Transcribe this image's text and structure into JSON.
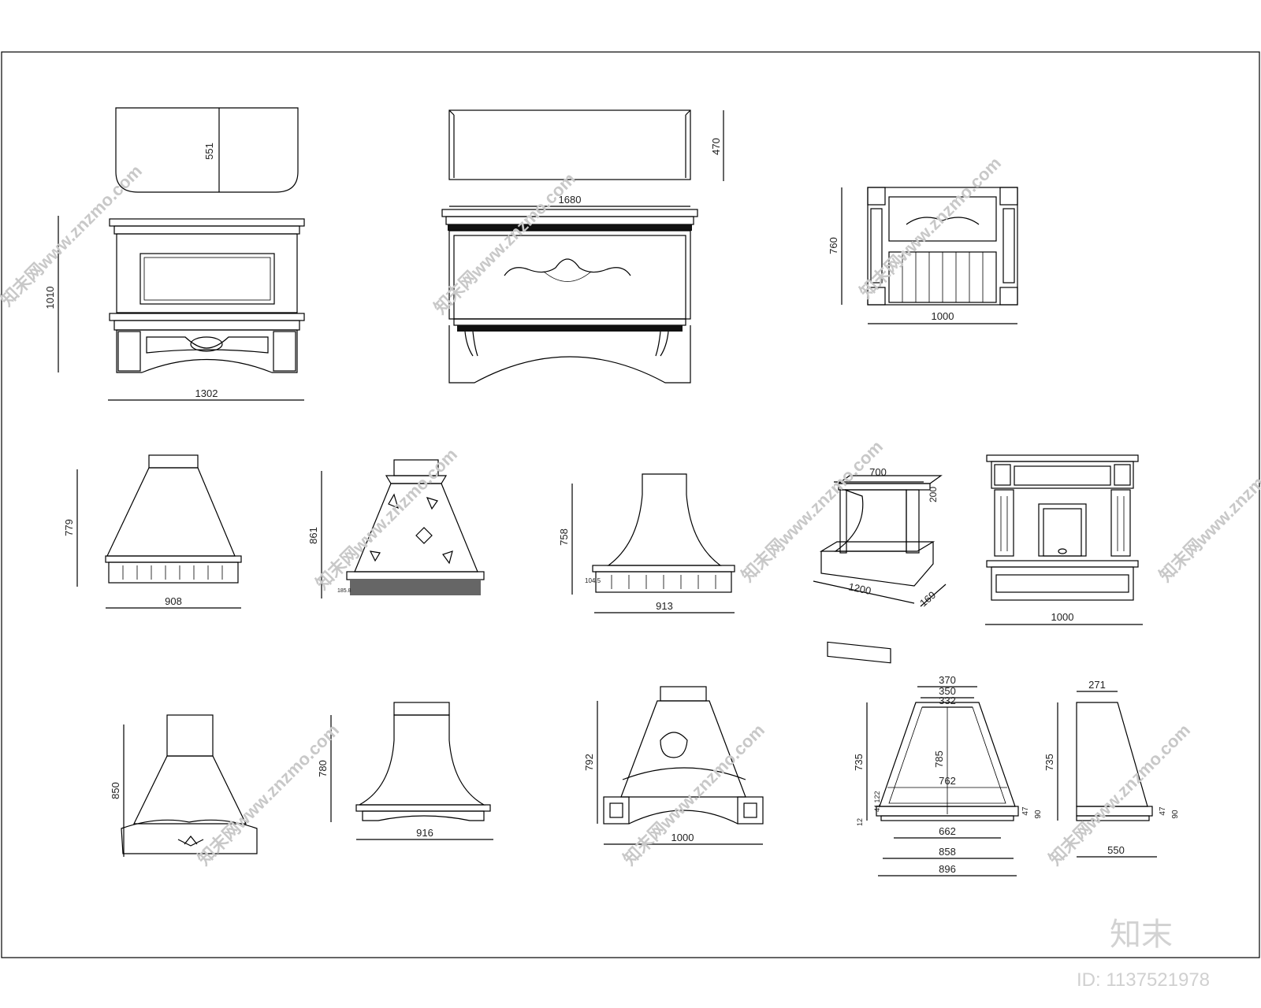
{
  "brand": {
    "logo_text": "知末",
    "id_text": "ID: 1137521978"
  },
  "watermark_text": "知末网www.znzmo.com",
  "dims": {
    "r1_plan_depth": "551",
    "r1_height": "1010",
    "r1_width": "1302",
    "r1b_plan_depth": "470",
    "r1b_width": "1680",
    "r1c_height": "760",
    "r1c_width": "1000",
    "r2a_height": "779",
    "r2a_width": "908",
    "r2b_height": "861",
    "r2b_small": "185.8",
    "r2c_height": "758",
    "r2c_small": "104.5",
    "r2c_width": "913",
    "r2d_top": "700",
    "r2d_side": "200",
    "r2d_width": "1200",
    "r2d_depth": "169",
    "r2e_width": "1000",
    "r3a_height": "850",
    "r3b_height": "780",
    "r3b_width": "916",
    "r3c_height": "792",
    "r3c_width": "1000",
    "r3d_top1": "370",
    "r3d_top2": "350",
    "r3d_top3": "332",
    "r3d_height": "735",
    "r3d_inner_h": "785",
    "r3d_mid": "762",
    "r3d_b1": "662",
    "r3d_b2": "858",
    "r3d_b3": "896",
    "r3d_small1": "122",
    "r3d_small2": "41",
    "r3d_small3": "12",
    "r3d_r1": "47",
    "r3d_r2": "90",
    "r3e_top": "271",
    "r3e_height": "735",
    "r3e_r1": "47",
    "r3e_r2": "90",
    "r3e_width": "550"
  }
}
